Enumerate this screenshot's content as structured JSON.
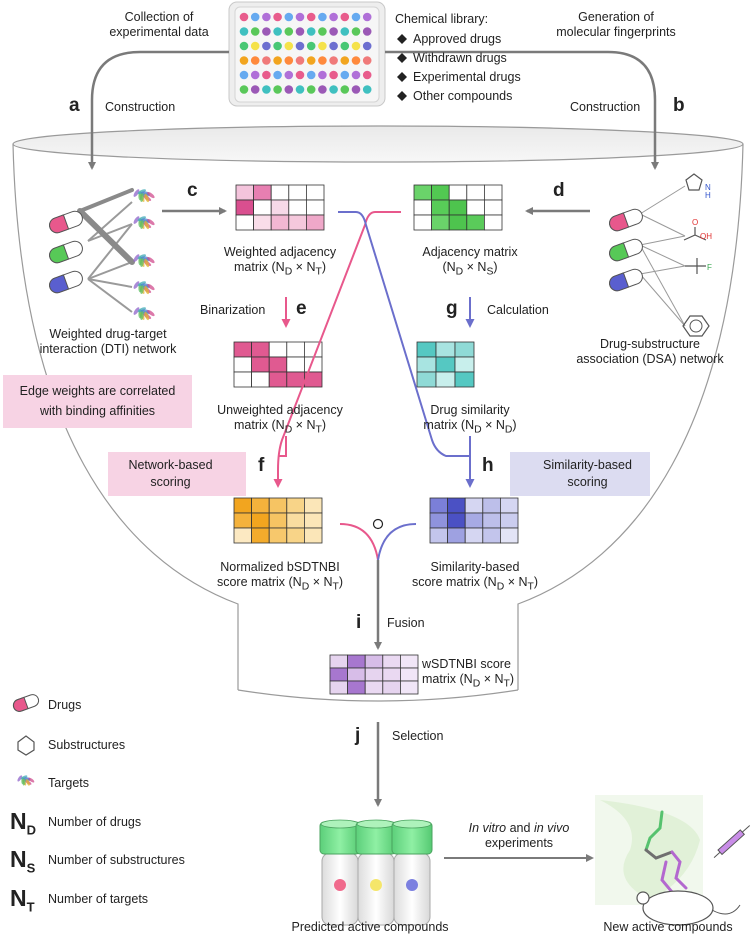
{
  "top": {
    "left_caption": [
      "Collection of",
      "experimental data"
    ],
    "right_caption": [
      "Generation of",
      "molecular fingerprints"
    ],
    "library_title": "Chemical library:",
    "library_items": [
      "Approved drugs",
      "Withdrawn drugs",
      "Experimental drugs",
      "Other compounds"
    ],
    "construction_left": "Construction",
    "construction_right": "Construction"
  },
  "letters": {
    "a": "a",
    "b": "b",
    "c": "c",
    "d": "d",
    "e": "e",
    "f": "f",
    "g": "g",
    "h": "h",
    "i": "i",
    "j": "j"
  },
  "nodes": {
    "weighted_adj": [
      "Weighted adjacency",
      "matrix (N",
      "D",
      " × N",
      "T",
      ")"
    ],
    "adjacency": [
      "Adjacency matrix",
      "(N",
      "D",
      " × N",
      "S",
      ")"
    ],
    "dti_network": [
      "Weighted drug-target",
      "interaction (DTI) network"
    ],
    "dsa_network": [
      "Drug-substructure",
      "association (DSA) network"
    ],
    "edge_note": [
      "Edge weights are correlated",
      "with binding affinities"
    ],
    "binarization": "Binarization",
    "calculation": "Calculation",
    "unweighted_adj": [
      "Unweighted adjacency",
      "matrix (N",
      "D",
      " × N",
      "T",
      ")"
    ],
    "drug_similarity": [
      "Drug similarity",
      "matrix (N",
      "D",
      " × N",
      "D",
      ")"
    ],
    "network_scoring": [
      "Network-based",
      "scoring"
    ],
    "similarity_scoring": [
      "Similarity-based",
      "scoring"
    ],
    "normalized": [
      "Normalized bSDTNBI",
      "score matrix (N",
      "D",
      " × N",
      "T",
      ")"
    ],
    "simscore": [
      "Similarity-based",
      "score matrix (N",
      "D",
      " × N",
      "T",
      ")"
    ],
    "fusion": "Fusion",
    "wsdtnbi": [
      "wSDTNBI score",
      "matrix (N",
      "D",
      " × N",
      "T",
      ")"
    ],
    "selection": "Selection",
    "predicted": "Predicted active compounds",
    "experiments_italic1": "In vitro",
    "experiments_mid": " and ",
    "experiments_italic2": "in vivo",
    "experiments_line2": "experiments",
    "new_active": "New active compounds",
    "nh_label": "N\nH",
    "oh_label": "OH",
    "o_label": "O",
    "f_label": "F"
  },
  "legend": {
    "drugs": "Drugs",
    "substructures": "Substructures",
    "targets": "Targets",
    "nd_main": "N",
    "nd_sub": "D",
    "nd_text": "Number of drugs",
    "ns_main": "N",
    "ns_sub": "S",
    "ns_text": "Number of substructures",
    "nt_main": "N",
    "nt_sub": "T",
    "nt_text": "Number of targets"
  },
  "colors": {
    "pink": "#e8588c",
    "blue": "#6b6fcc",
    "gray_arrow": "#777777",
    "orange": "#f2a51f",
    "green": "#57c957",
    "teal": "#58c7c2",
    "purple": "#a57bd0"
  }
}
